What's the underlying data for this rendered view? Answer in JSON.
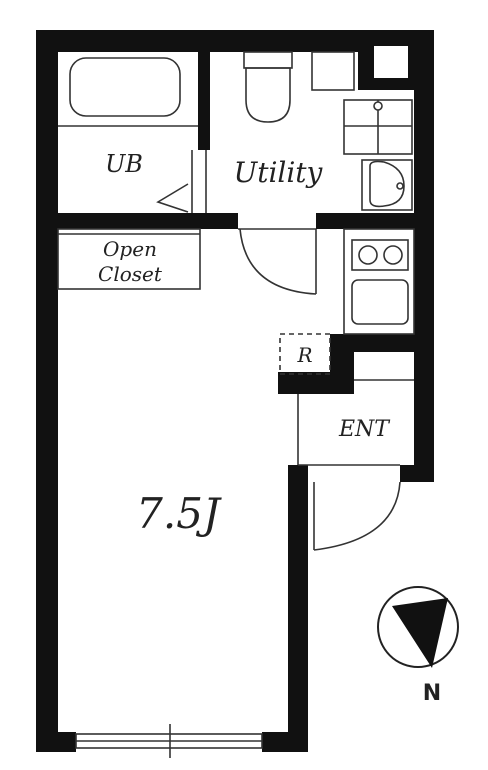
{
  "rooms": {
    "bath": "UB",
    "utility": "Utility",
    "closet_line1": "Open",
    "closet_line2": "Closet",
    "fridge": "R",
    "entrance": "ENT",
    "main_room": "7.5J"
  },
  "compass": {
    "label": "N"
  },
  "colors": {
    "wall": "#111111",
    "line": "#333333",
    "background": "#ffffff"
  }
}
